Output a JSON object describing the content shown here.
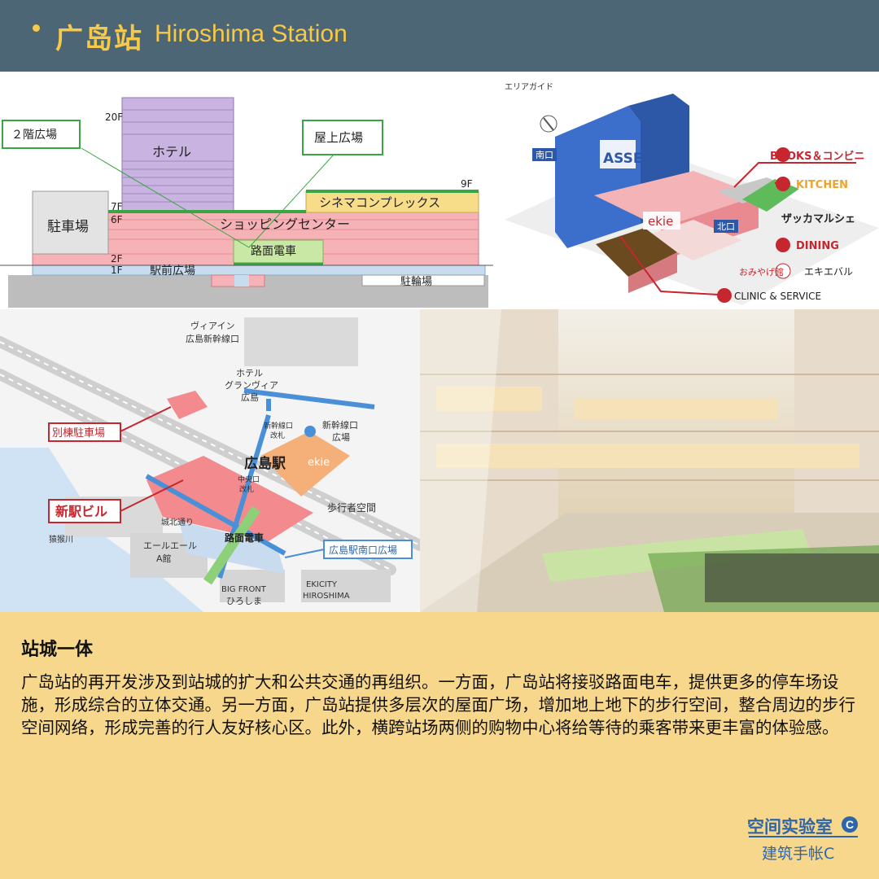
{
  "header": {
    "title_cn": "广岛站",
    "title_en": "Hiroshima Station"
  },
  "section": {
    "diagram": {
      "hotel": "ホテル",
      "floor_20f": "20F",
      "floor_9f": "9F",
      "floor_7f": "7F",
      "floor_6f": "6F",
      "floor_2f": "2F",
      "floor_1f": "1F",
      "plaza_2f": "２階広場",
      "rooftop": "屋上広場",
      "cinema": "シネマコンプレックス",
      "parking": "駐車場",
      "shopping": "ショッピングセンター",
      "tram": "路面電車",
      "front_plaza": "駅前広場",
      "bicycle": "駐輪場"
    },
    "guide": {
      "area_guide": "エリアガイド",
      "south_exit": "南口",
      "north_exit": "北口",
      "asse": "ASSE",
      "ekie": "ekie",
      "books": "BOOKS＆コンビニ",
      "kitchen": "KITCHEN",
      "zakka": "ザッカマルシェ",
      "dining": "DINING",
      "omiyage": "おみやげ館",
      "ekibaru": "エキエバル",
      "clinic": "CLINIC & SERVICE",
      "tag": "ekie"
    },
    "map": {
      "via_inn": "ヴィアイン",
      "via_inn2": "広島新幹線口",
      "hotel_granvia": "ホテル",
      "hotel_granvia2": "グランヴィア",
      "hotel_granvia3": "広島",
      "annex_parking": "別棟駐車場",
      "shinkansen_gate": "新幹線口",
      "shinkansen_gate2": "改札",
      "shinkansen_plaza": "新幹線口",
      "shinkansen_plaza2": "広場",
      "station": "広島駅",
      "ekie": "ekie",
      "central_gate": "中央口",
      "central_gate2": "改札",
      "new_building": "新駅ビル",
      "pedestrian": "歩行者空間",
      "johoku": "城北通り",
      "tram": "路面電車",
      "south_plaza": "広島駅南口広場",
      "sarugaku": "猿猴川",
      "ale1": "エールエール",
      "ale2": "A館",
      "bigfront1": "BIG FRONT",
      "bigfront2": "ひろしま",
      "ekicity1": "EKICITY",
      "ekicity2": "HIROSHIMA"
    }
  },
  "body": {
    "heading": "站城一体",
    "paragraph": "广岛站的再开发涉及到站城的扩大和公共交通的再组织。一方面，广岛站将接驳路面电车，提供更多的停车场设施，形成综合的立体交通。另一方面，广岛站提供多层次的屋面广场，增加地上地下的步行空间，整合周边的步行空间网络，形成完善的行人友好核心区。此外，横跨站场两侧的购物中心将给等待的乘客带来更丰富的体验感。"
  },
  "brand": {
    "name": "空间实验室",
    "badge": "C",
    "sub": "建筑手帐C"
  },
  "colors": {
    "header": "#4c6675",
    "accent": "#f7c948",
    "bottom": "#f6d78c",
    "brand": "#2f66a8"
  }
}
